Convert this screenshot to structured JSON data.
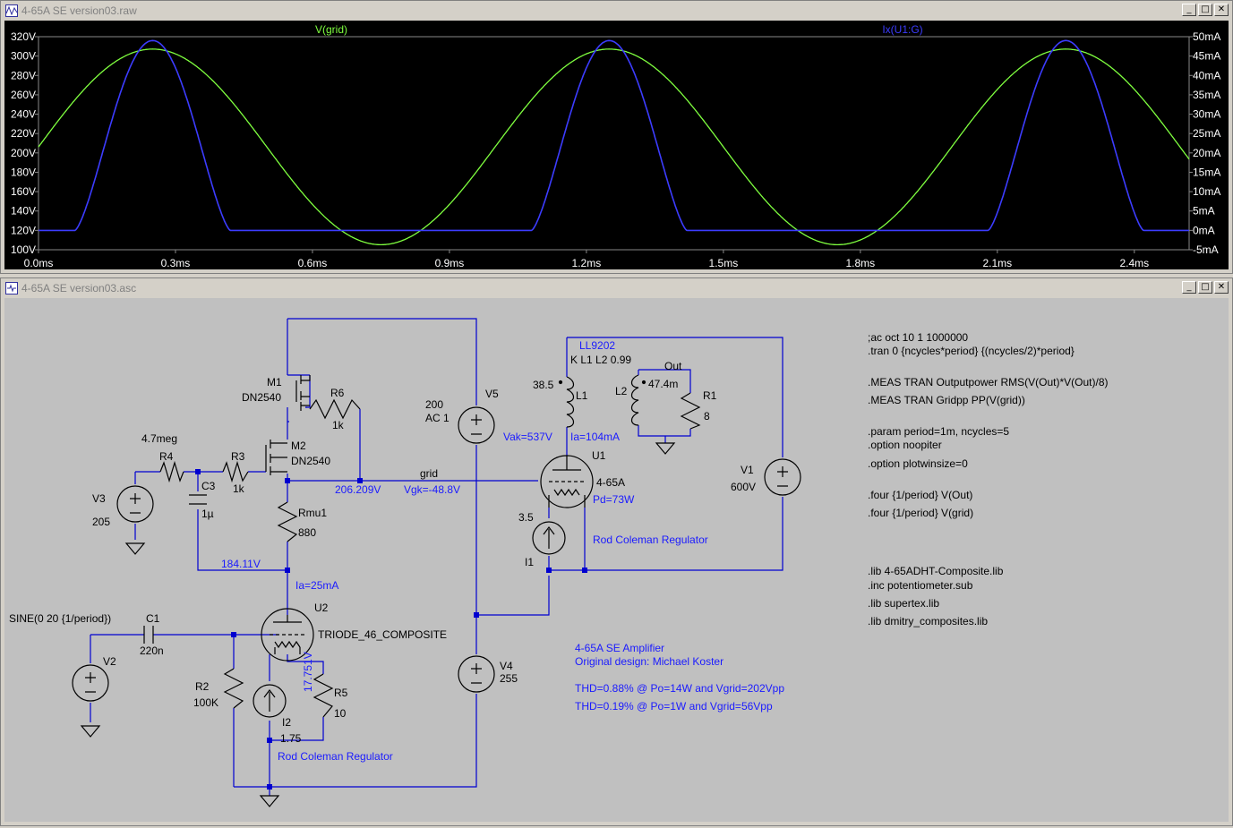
{
  "waveform_window": {
    "title": "4-65A SE version03.raw",
    "trace_left_label": "V(grid)",
    "trace_right_label": "Ix(U1:G)",
    "trace_left_color": "#7fff3f",
    "trace_right_color": "#3c3cff",
    "y_left_ticks": [
      "320V",
      "300V",
      "280V",
      "260V",
      "240V",
      "220V",
      "200V",
      "180V",
      "160V",
      "140V",
      "120V",
      "100V"
    ],
    "y_right_ticks": [
      "50mA",
      "45mA",
      "40mA",
      "35mA",
      "30mA",
      "25mA",
      "20mA",
      "15mA",
      "10mA",
      "5mA",
      "0mA",
      "-5mA"
    ],
    "x_ticks": [
      "0.0ms",
      "0.3ms",
      "0.6ms",
      "0.9ms",
      "1.2ms",
      "1.5ms",
      "1.8ms",
      "2.1ms",
      "2.4ms"
    ]
  },
  "chart_data": {
    "type": "line",
    "xlabel": "",
    "ylabel": "",
    "xlim": [
      0,
      2.52
    ],
    "ylim": [
      100,
      320
    ],
    "y2lim": [
      -5,
      50
    ],
    "grid": false,
    "series": [
      {
        "name": "V(grid)",
        "axis": "left",
        "unit": "V",
        "amplitude": 101,
        "offset": 206.2,
        "period_ms": 1.0,
        "peak_at_ms": 0.25
      },
      {
        "name": "Ix(U1:G)",
        "axis": "right",
        "unit": "mA",
        "peak": 49,
        "floor": 0,
        "period_ms": 1.0,
        "peak_at_ms": 0.25,
        "conduction_start_ms": 0.08,
        "conduction_end_ms": 0.42
      }
    ]
  },
  "schematic_window": {
    "title": "4-65A SE version03.asc",
    "directives": [
      ";ac oct 10 1 1000000",
      ".tran 0 {ncycles*period} {(ncycles/2)*period}",
      ".MEAS TRAN Outputpower  RMS(V(Out)*V(Out)/8)",
      ".MEAS TRAN Gridpp PP(V(grid))",
      ".param period=1m, ncycles=5",
      ".option noopiter",
      ".option plotwinsize=0",
      ".four {1/period} V(Out)",
      ".four {1/period} V(grid)",
      ".lib 4-65ADHT-Composite.lib",
      ".inc potentiometer.sub",
      ".lib supertex.lib",
      ".lib dmitry_composites.lib"
    ],
    "comments": {
      "title": "4-65A SE Amplifier",
      "design": "Original design: Michael Koster",
      "thd1": "THD=0.88% @ Po=14W and Vgrid=202Vpp",
      "thd2": "THD=0.19% @ Po=1W and Vgrid=56Vpp",
      "reg1": "Rod Coleman Regulator",
      "reg2": "Rod Coleman Regulator"
    },
    "labels": {
      "m1": "M1",
      "m1_model": "DN2540",
      "m2": "M2",
      "m2_model": "DN2540",
      "r6": "R6",
      "r6_val": "1k",
      "r4_val": "4.7meg",
      "r4": "R4",
      "r3": "R3",
      "r3_val": "1k",
      "c3": "C3",
      "c3_val": "1µ",
      "v3": "V3",
      "v3_val": "205",
      "rmu1": "Rmu1",
      "rmu1_val": "880",
      "node_184": "184.11V",
      "node_206": "206.209V",
      "vgk": "Vgk=-48.8V",
      "grid": "grid",
      "ia_u2": "Ia=25mA",
      "v2_src": "SINE(0 20 {1/period})",
      "c1": "C1",
      "c1_val": "220n",
      "v2": "V2",
      "r2": "R2",
      "r2_val": "100K",
      "u2": "U2",
      "u2_model": "TRIODE_46_COMPOSITE",
      "u2_fil": "17.751V",
      "r5": "R5",
      "r5_val": "10",
      "i2": "I2",
      "i2_val": "1.75",
      "v5_val": "200",
      "v5_ac": "AC 1",
      "v5": "V5",
      "v4": "V4",
      "v4_val": "255",
      "ll": "LL9202",
      "k": "K L1 L2 0.99",
      "l1_val": "38.5",
      "l1": "L1",
      "l2": "L2",
      "l2_val": "47.4m",
      "out": "Out",
      "r1": "R1",
      "r1_val": "8",
      "vak": "Vak=537V",
      "ia_u1": "Ia=104mA",
      "u1": "U1",
      "u1_model": "4-65A",
      "pd": "Pd=73W",
      "i1_val": "3.5",
      "i1": "I1",
      "v1": "V1",
      "v1_val": "600V"
    }
  }
}
